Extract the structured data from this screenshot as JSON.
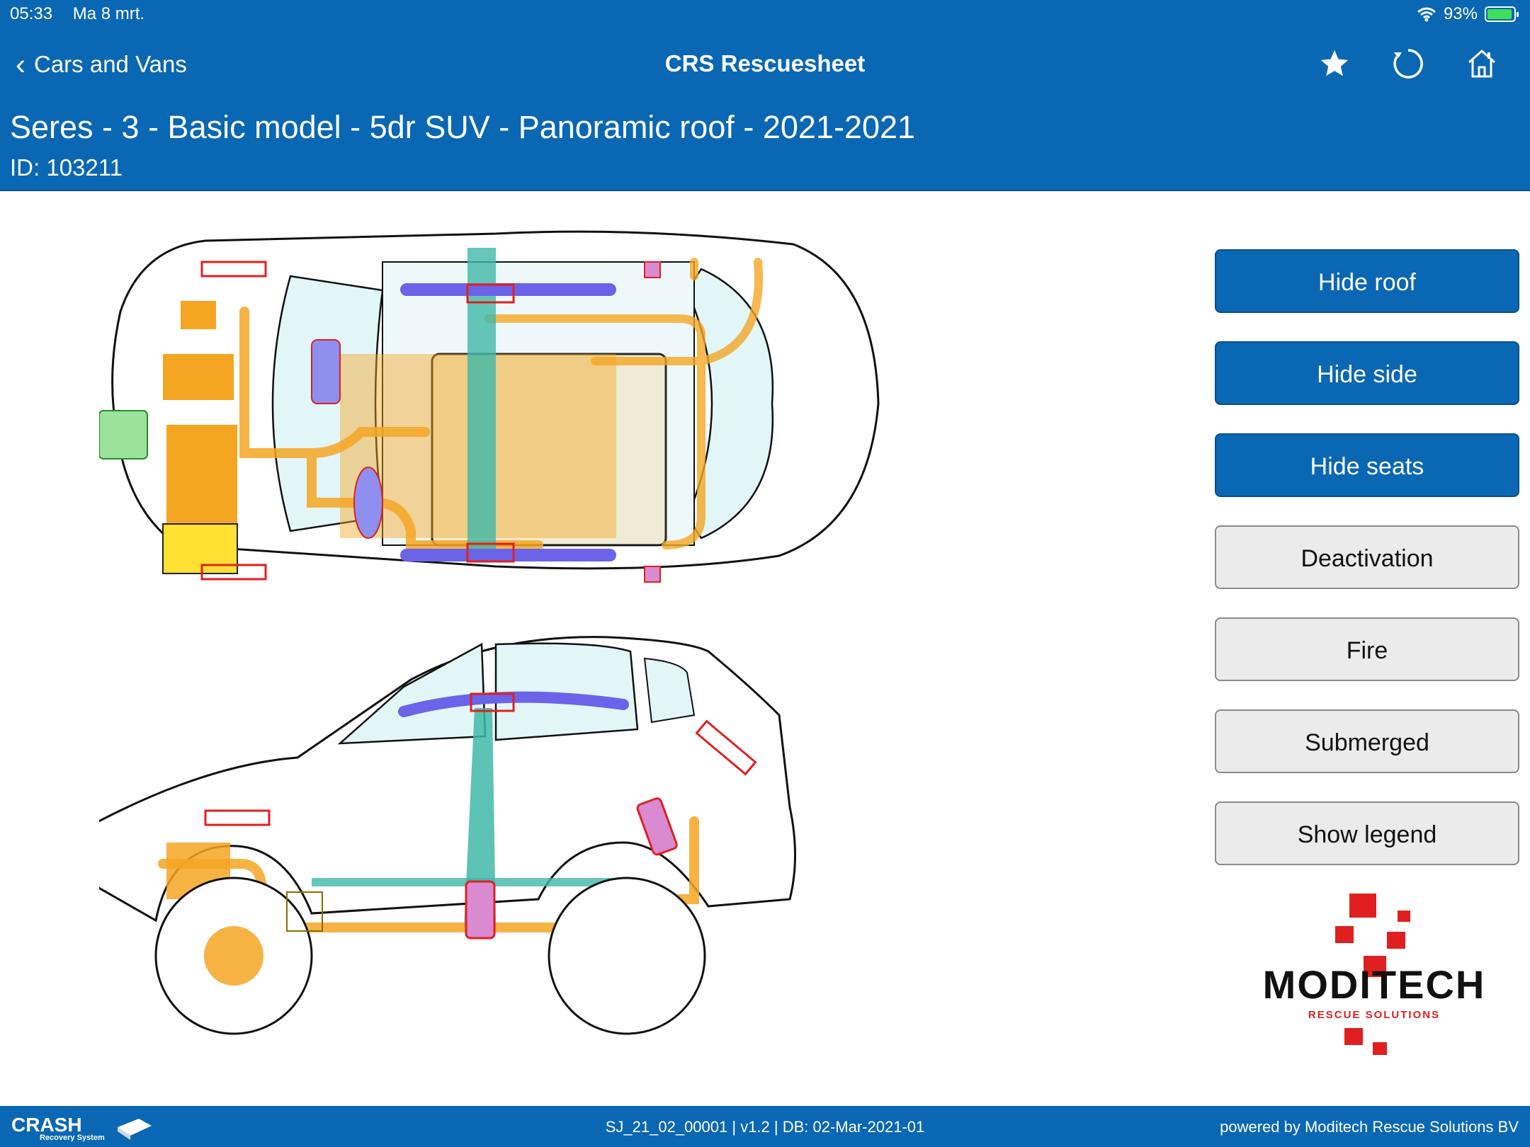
{
  "status_bar": {
    "time": "05:33",
    "date": "Ma 8 mrt.",
    "battery": "93%",
    "battery_level": 0.93
  },
  "nav": {
    "back_label": "Cars and Vans",
    "title": "CRS Rescuesheet",
    "icons": [
      "star-icon",
      "refresh-icon",
      "home-icon"
    ]
  },
  "vehicle": {
    "title": "Seres - 3 - Basic model - 5dr SUV - Panoramic roof - 2021-2021",
    "id": "ID: 103211"
  },
  "buttons": {
    "hide_roof": "Hide roof",
    "hide_side": "Hide side",
    "hide_seats": "Hide seats",
    "deactivation": "Deactivation",
    "fire": "Fire",
    "submerged": "Submerged",
    "show_legend": "Show legend"
  },
  "logo": {
    "name": "MODITECH",
    "tagline": "RESCUE SOLUTIONS"
  },
  "footer": {
    "brand": "CRASH",
    "brand_sub": "Recovery System",
    "build": "SJ_21_02_00001 | v1.2 | DB: 02-Mar-2021-01",
    "powered": "powered by Moditech Rescue Solutions BV"
  },
  "colors": {
    "primary": "#0a67b3",
    "highvoltage": "#f4a623",
    "airbag": "#6b63e8",
    "reinforcement": "#3fb8a8",
    "alert": "#e02020"
  }
}
